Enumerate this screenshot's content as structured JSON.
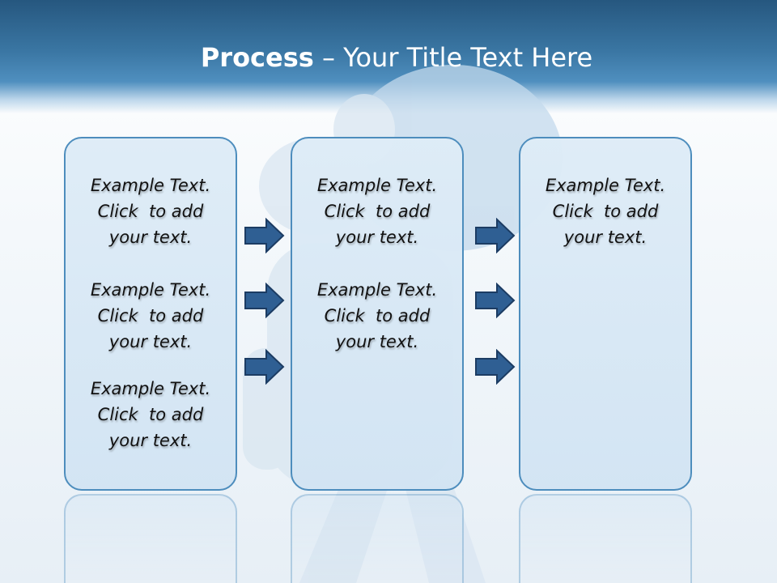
{
  "title": {
    "bold": "Process",
    "rest": "– Your Title Text Here"
  },
  "columns": [
    {
      "blocks": [
        [
          "Example Text.",
          "Click  to add",
          "your text."
        ],
        [
          "Example Text.",
          "Click  to add",
          "your text."
        ],
        [
          "Example Text.",
          "Click  to add",
          "your text."
        ]
      ]
    },
    {
      "blocks": [
        [
          "Example Text.",
          "Click  to add",
          "your text."
        ],
        [
          "Example Text.",
          "Click  to add",
          "your text."
        ]
      ]
    },
    {
      "blocks": [
        [
          "Example Text.",
          "Click  to add",
          "your text."
        ]
      ]
    }
  ],
  "colors": {
    "header": "#3a76a3",
    "box_border": "#4d8dbd",
    "box_fill": "#dcebf6",
    "arrow_fill": "#2f5f93",
    "arrow_stroke": "#1c3c63"
  },
  "icons": [
    "right-arrow-icon"
  ]
}
